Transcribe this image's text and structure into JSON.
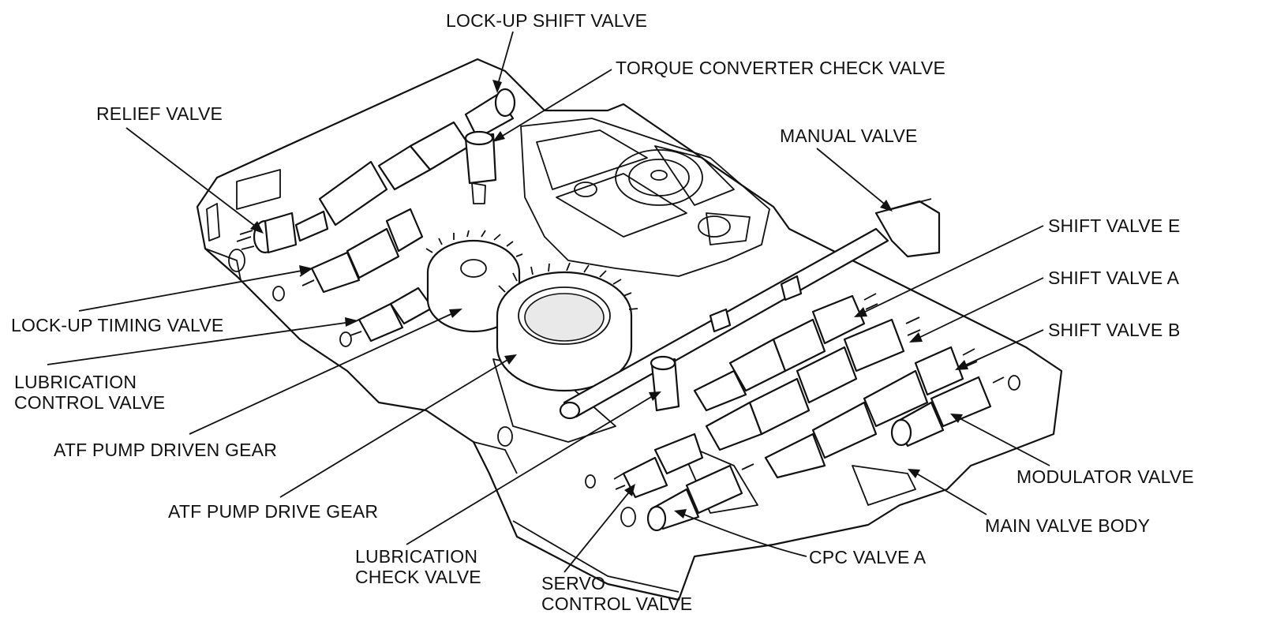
{
  "labels": {
    "lockup_shift_valve": "LOCK-UP SHIFT VALVE",
    "torque_converter_check_valve": "TORQUE CONVERTER CHECK VALVE",
    "relief_valve": "RELIEF VALVE",
    "manual_valve": "MANUAL VALVE",
    "shift_valve_e": "SHIFT VALVE E",
    "shift_valve_a": "SHIFT VALVE A",
    "shift_valve_b": "SHIFT VALVE B",
    "lockup_timing_valve": "LOCK-UP TIMING VALVE",
    "lubrication_control_valve_1": "LUBRICATION",
    "lubrication_control_valve_2": "CONTROL VALVE",
    "atf_pump_driven_gear": "ATF PUMP DRIVEN GEAR",
    "atf_pump_drive_gear": "ATF PUMP DRIVE GEAR",
    "modulator_valve": "MODULATOR VALVE",
    "main_valve_body": "MAIN VALVE BODY",
    "lubrication_check_valve_1": "LUBRICATION",
    "lubrication_check_valve_2": "CHECK VALVE",
    "cpc_valve_a": "CPC VALVE A",
    "servo_control_valve_1": "SERVO",
    "servo_control_valve_2": "CONTROL VALVE"
  }
}
